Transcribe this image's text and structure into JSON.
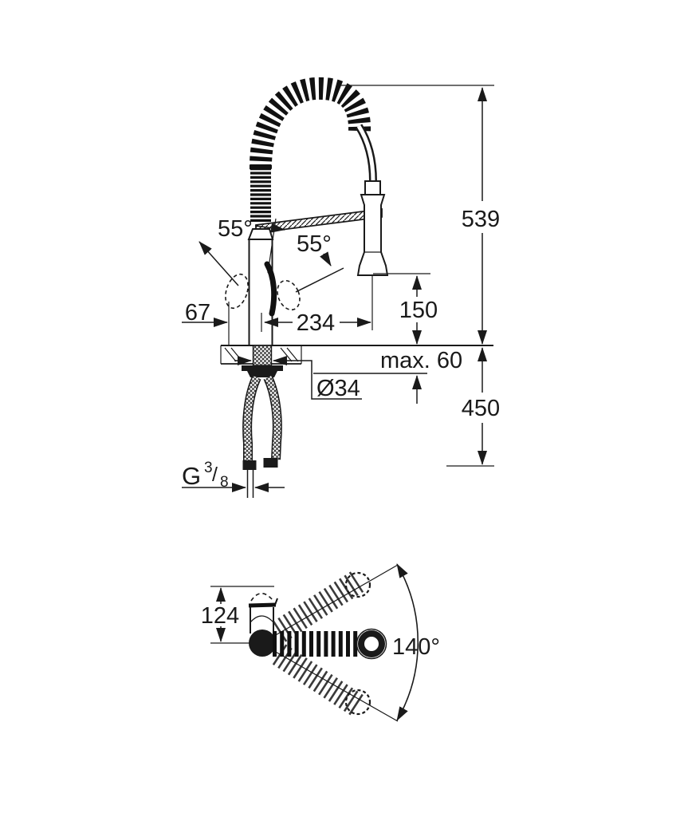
{
  "background": "#ffffff",
  "line_color": "#1a1a1a",
  "dimensions": {
    "total_height": "539",
    "lever_angle_left": "55°",
    "lever_angle_right": "55°",
    "rear_clearance": "67",
    "spout_reach": "234",
    "outlet_to_deck": "150",
    "deck_max_thickness": "max. 60",
    "hole_diameter": "Ø34",
    "hose_length_below_deck": "450",
    "head_height": "124",
    "swivel_range": "140°",
    "thread": {
      "prefix": "G",
      "numerator": "3",
      "slash": "/",
      "denominator": "8"
    }
  }
}
